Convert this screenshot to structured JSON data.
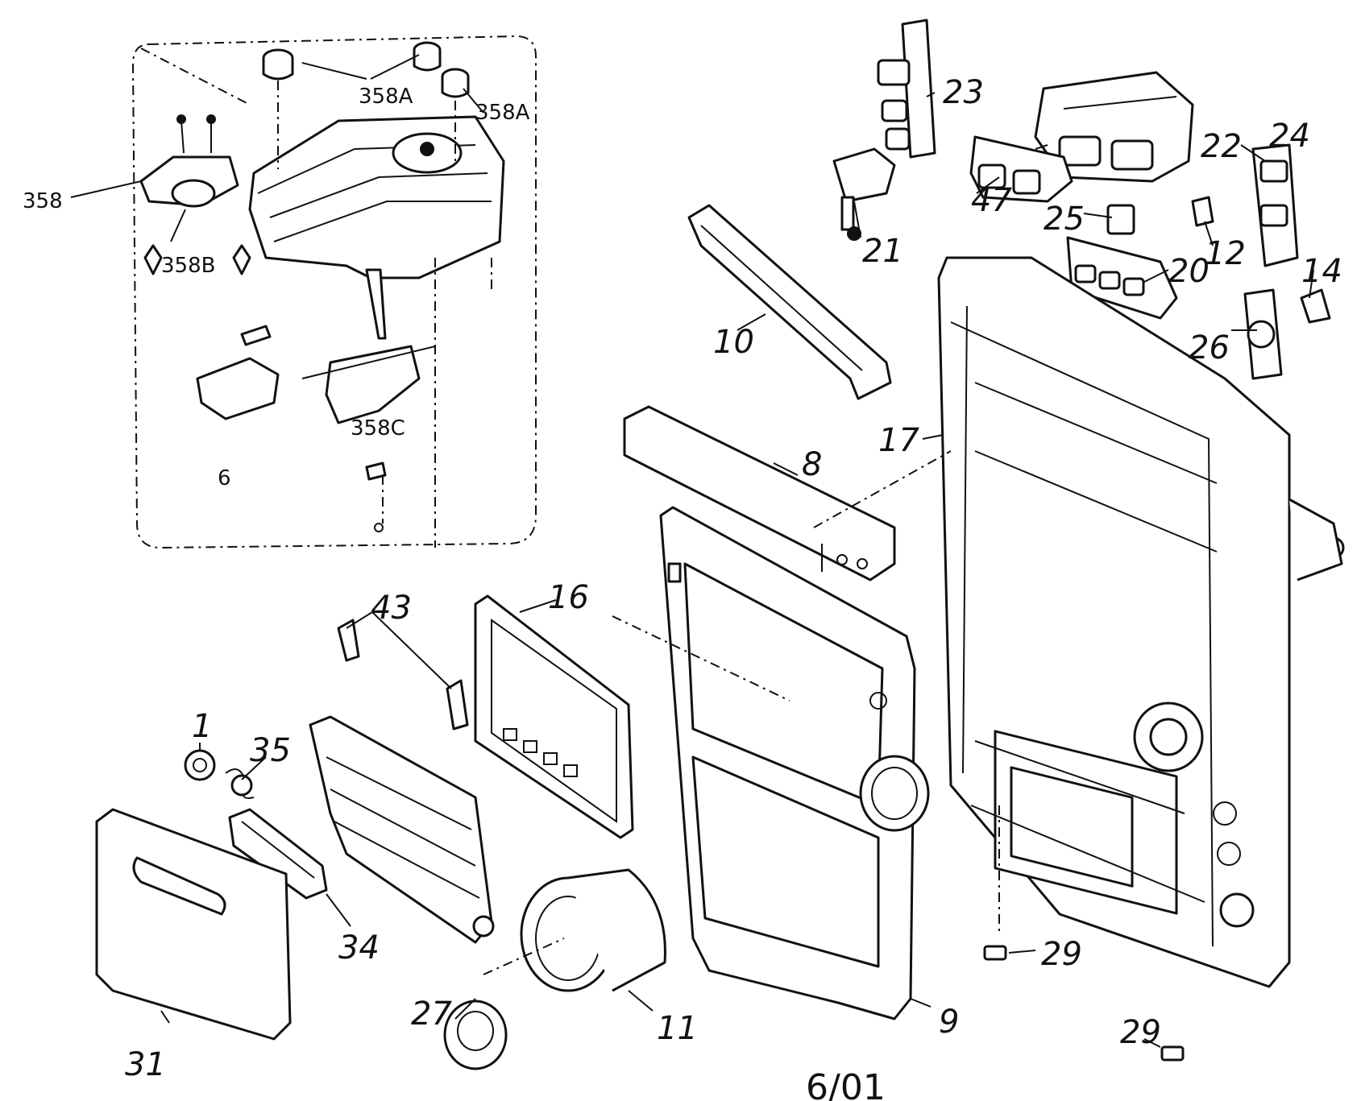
{
  "diagram": {
    "callouts": {
      "c358": "358",
      "c358a_1": "358A",
      "c358a_2": "358A",
      "c358b": "358B",
      "c358c": "358C",
      "c6": "6",
      "c8": "8",
      "c9": "9",
      "c10": "10",
      "c11": "11",
      "c1": "1",
      "c12": "12",
      "c14": "14",
      "c16": "16",
      "c17": "17",
      "c20": "20",
      "c21": "21",
      "c22": "22",
      "c23": "23",
      "c24": "24",
      "c25": "25",
      "c26": "26",
      "c27": "27",
      "c29_1": "29",
      "c29_2": "29",
      "c31": "31",
      "c34": "34",
      "c35": "35",
      "c43": "43",
      "c47": "47"
    },
    "footer_code": "6/01"
  }
}
